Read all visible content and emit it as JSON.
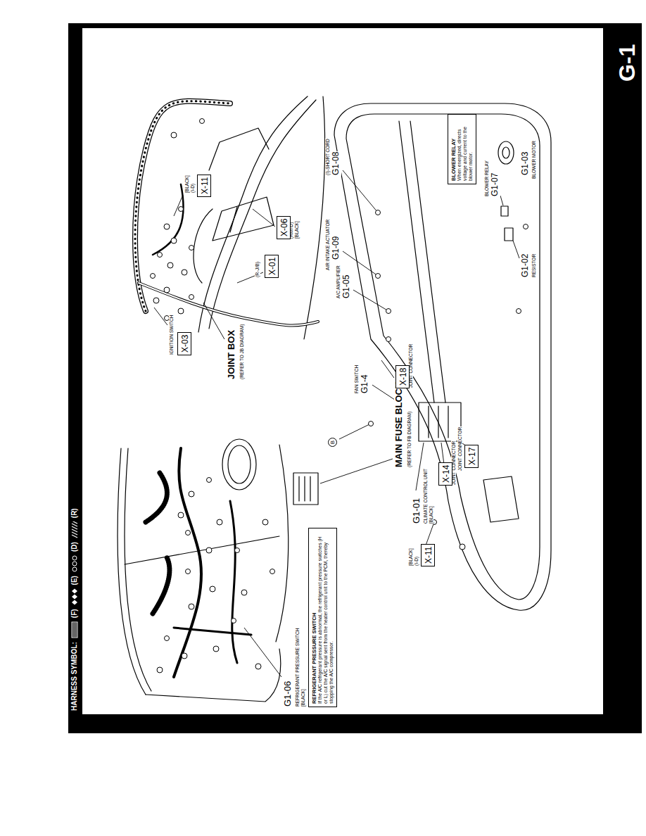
{
  "diagram": {
    "nodes": [
      {
        "text": [
          "X-01"
        ]
      },
      {
        "text": [
          "X-03"
        ]
      },
      {
        "text": [
          "X-11"
        ]
      },
      {
        "text": [
          "X-06"
        ]
      },
      {
        "text": [
          "REFRIGERANT PRESSURE SWITCH",
          "If the A/C refrigerant pressure is abnormal, the refrigerant pressure switches (H or L) cut the A/C signal sent from the heater control unit to the PCM, thereby stopping the A/C compressor."
        ]
      },
      {
        "text": [
          "B"
        ]
      },
      {
        "text": [
          "X-18"
        ]
      },
      {
        "text": [
          "X-14"
        ]
      },
      {
        "text": [
          "X-17"
        ]
      },
      {
        "text": [
          "X-11"
        ]
      },
      {
        "text": [
          "BLOWER RELAY",
          "When energized, directs voltage and current to the blower motor."
        ]
      }
    ],
    "labels": [
      "HARNESS SYMBOL:",
      "G-1",
      "(R-J/B)",
      "JOINT BOX",
      "(REFER TO JB DIAGRAM)",
      "IGNITION SWITCH",
      "[BLACK]",
      "(I-D)",
      "(RMI-D)",
      "[BLACK]",
      "MAIN FUSE BLOCK",
      "(REFER TO FB DIAGRAM)",
      "G1-06",
      "REFRIGERANT PRESSURE SWITCH",
      "[BLACK]",
      "FAN SWITCH",
      "G1-4",
      "A/C AMPLIFIER",
      "G1-05",
      "AIR INTAKE ACTUATOR",
      "G1-09",
      "(I)-SHORT CORD",
      "G1-08",
      "BLOWER RELAY",
      "G1-07",
      "G1-03",
      "BLOWER MOTOR",
      "G1-02",
      "RESISTOR",
      "JOINT CONNECTOR",
      "JOINT CONNECTOR",
      "JOINT CONNECTOR",
      "G1-01",
      "CLIMATE CONTROL UNIT",
      "[BLACK]",
      "[BLACK]",
      "(I-D)"
    ],
    "legend": [
      {
        "text": "(F)"
      },
      {
        "text": "(E)"
      },
      {
        "text": "(D)"
      },
      {
        "text": "(R)"
      }
    ]
  }
}
